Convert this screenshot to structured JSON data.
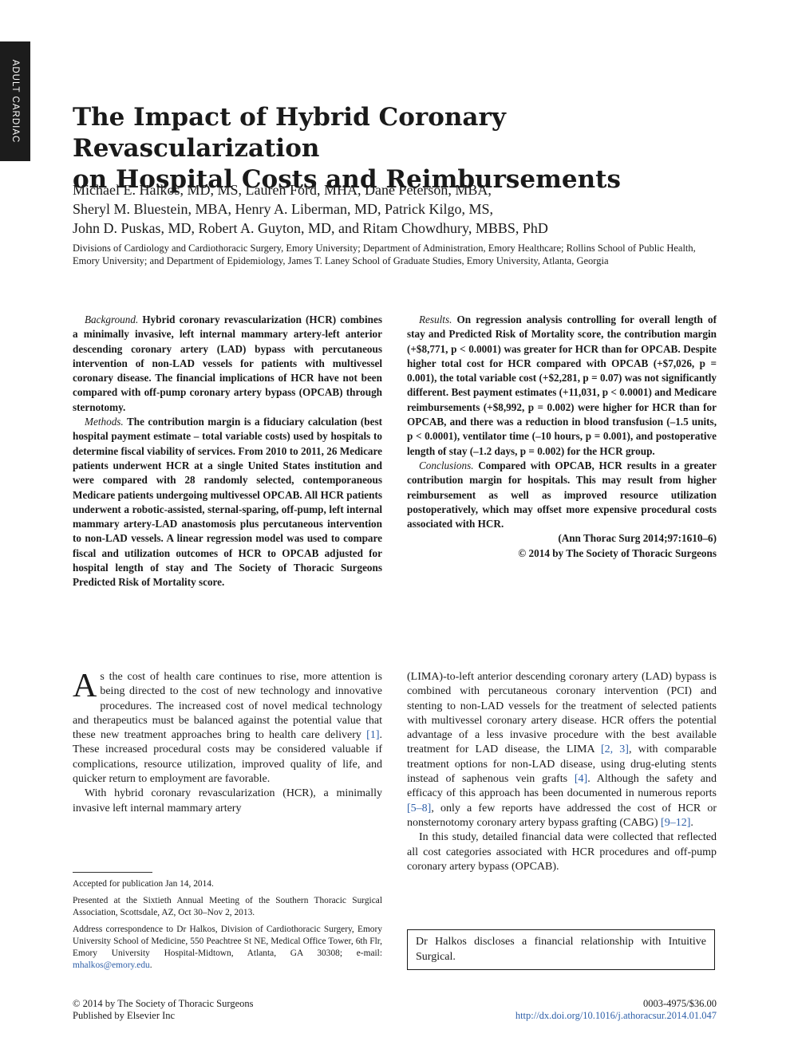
{
  "section_tab": "ADULT CARDIAC",
  "title_line1": "The Impact of Hybrid Coronary Revascularization",
  "title_line2": "on Hospital Costs and Reimbursements",
  "authors": [
    "Michael E. Halkos, MD, MS, Lauren Ford, MHA, Dane Peterson, MBA,",
    "Sheryl M. Bluestein, MBA, Henry A. Liberman, MD, Patrick Kilgo, MS,",
    "John D. Puskas, MD, Robert A. Guyton, MD, and Ritam Chowdhury, MBBS, PhD"
  ],
  "affiliations": "Divisions of Cardiology and Cardiothoracic Surgery, Emory University; Department of Administration, Emory Healthcare; Rollins School of Public Health, Emory University; and Department of Epidemiology, James T. Laney School of Graduate Studies, Emory University, Atlanta, Georgia",
  "abstract": {
    "background_label": "Background.",
    "background": "Hybrid coronary revascularization (HCR) combines a minimally invasive, left internal mammary artery-left anterior descending coronary artery (LAD) bypass with percutaneous intervention of non-LAD vessels for patients with multivessel coronary disease. The financial implications of HCR have not been compared with off-pump coronary artery bypass (OPCAB) through sternotomy.",
    "methods_label": "Methods.",
    "methods": "The contribution margin is a fiduciary calculation (best hospital payment estimate – total variable costs) used by hospitals to determine fiscal viability of services. From 2010 to 2011, 26 Medicare patients underwent HCR at a single United States institution and were compared with 28 randomly selected, contemporaneous Medicare patients undergoing multivessel OPCAB. All HCR patients underwent a robotic-assisted, sternal-sparing, off-pump, left internal mammary artery-LAD anastomosis plus percutaneous intervention to non-LAD vessels. A linear regression model was used to compare fiscal and utilization outcomes of HCR to OPCAB adjusted for hospital length of stay and The Society of Thoracic Surgeons Predicted Risk of Mortality score.",
    "results_label": "Results.",
    "results": "On regression analysis controlling for overall length of stay and Predicted Risk of Mortality score, the contribution margin (+$8,771, p < 0.0001) was greater for HCR than for OPCAB. Despite higher total cost for HCR compared with OPCAB (+$7,026, p = 0.001), the total variable cost (+$2,281, p = 0.07) was not significantly different. Best payment estimates (+11,031, p < 0.0001) and Medicare reimbursements (+$8,992, p = 0.002) were higher for HCR than for OPCAB, and there was a reduction in blood transfusion (–1.5 units, p < 0.0001), ventilator time (–10 hours, p = 0.001), and postoperative length of stay (–1.2 days, p = 0.002) for the HCR group.",
    "conclusions_label": "Conclusions.",
    "conclusions": "Compared with OPCAB, HCR results in a greater contribution margin for hospitals. This may result from higher reimbursement as well as improved resource utilization postoperatively, which may offset more expensive procedural costs associated with HCR.",
    "citation": "(Ann Thorac Surg 2014;97:1610–6)",
    "copyright": "© 2014 by The Society of Thoracic Surgeons"
  },
  "body": {
    "dropcap": "A",
    "p1_a": "s the cost of health care continues to rise, more attention is being directed to the cost of new technology and innovative procedures. The increased cost of novel medical technology and therapeutics must be balanced against the potential value that these new treatment approaches bring to health care delivery ",
    "p1_ref": "[1]",
    "p1_b": ". These increased procedural costs may be considered valuable if complications, resource utilization, improved quality of life, and quicker return to employment are favorable.",
    "p2": "With hybrid coronary revascularization (HCR), a minimally invasive left internal mammary artery",
    "p3_a": "(LIMA)-to-left anterior descending coronary artery (LAD) bypass is combined with percutaneous coronary intervention (PCI) and stenting to non-LAD vessels for the treatment of selected patients with multivessel coronary artery disease. HCR offers the potential advantage of a less invasive procedure with the best available treatment for LAD disease, the LIMA ",
    "p3_ref1": "[2, 3]",
    "p3_b": ", with comparable treatment options for non-LAD disease, using drug-eluting stents instead of saphenous vein grafts ",
    "p3_ref2": "[4]",
    "p3_c": ". Although the safety and efficacy of this approach has been documented in numerous reports ",
    "p3_ref3": "[5–8]",
    "p3_d": ", only a few reports have addressed the cost of HCR or nonsternotomy coronary artery bypass grafting (CABG) ",
    "p3_ref4": "[9–12]",
    "p3_e": ".",
    "p4": "In this study, detailed financial data were collected that reflected all cost categories associated with HCR procedures and off-pump coronary artery bypass (OPCAB)."
  },
  "footnotes": {
    "accepted": "Accepted for publication Jan 14, 2014.",
    "presented": "Presented at the Sixtieth Annual Meeting of the Southern Thoracic Surgical Association, Scottsdale, AZ, Oct 30–Nov 2, 2013.",
    "address": "Address correspondence to Dr Halkos, Division of Cardiothoracic Surgery, Emory University School of Medicine, 550 Peachtree St NE, Medical Office Tower, 6th Flr, Emory University Hospital-Midtown, Atlanta, GA 30308; e-mail: ",
    "email": "mhalkos@emory.edu",
    "email_end": "."
  },
  "disclosure": "Dr Halkos discloses a financial relationship with Intuitive Surgical.",
  "footer": {
    "copyright": "© 2014 by The Society of Thoracic Surgeons",
    "publisher": "Published by Elsevier Inc",
    "issn": "0003-4975/$36.00",
    "doi": "http://dx.doi.org/10.1016/j.athoracsur.2014.01.047"
  }
}
